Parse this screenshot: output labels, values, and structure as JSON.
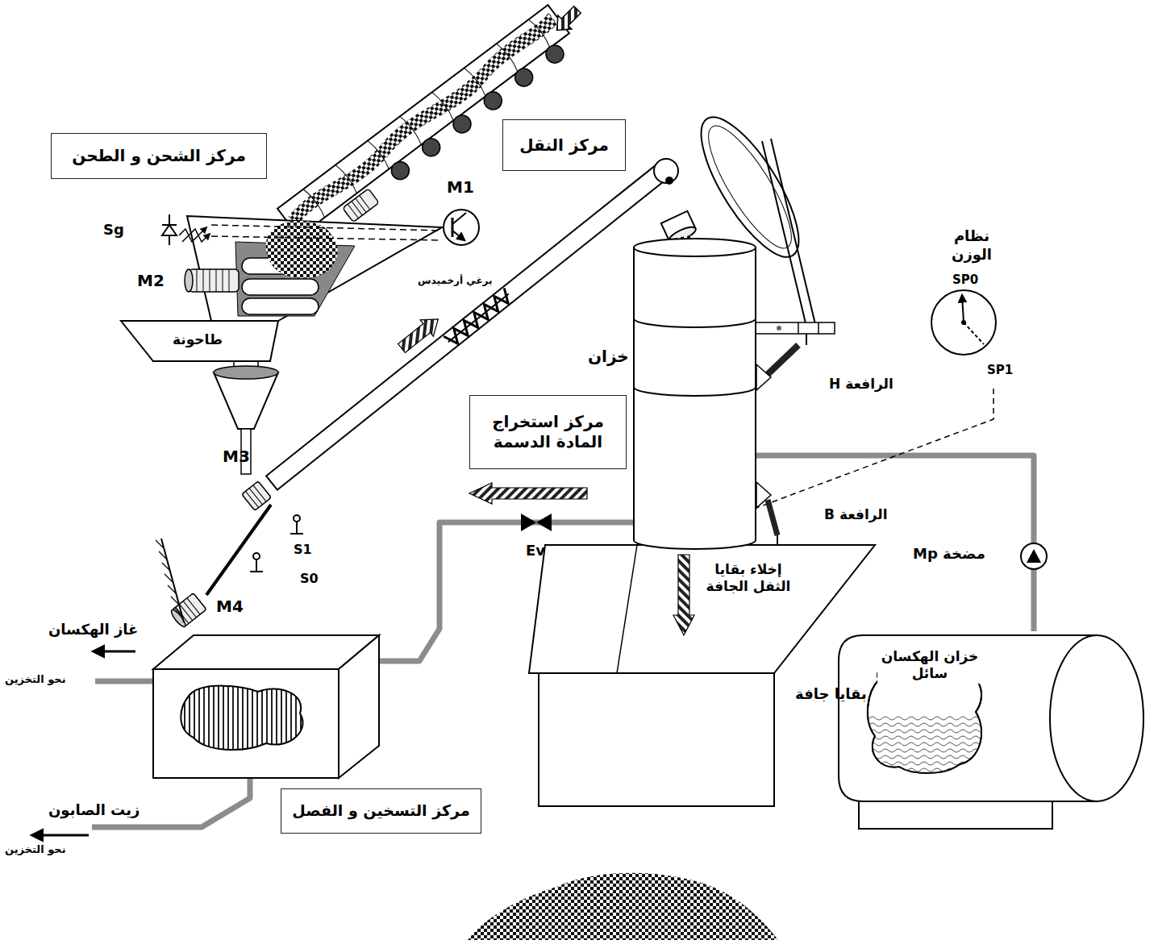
{
  "diagram": {
    "nodes": [
      {
        "text": [
          "مركز الشحن و الطحن"
        ]
      },
      {
        "text": [
          "مركز النقل"
        ]
      },
      {
        "text": [
          "نظام الوزن",
          "SP0",
          "SP1"
        ]
      },
      {
        "text": [
          "خزان"
        ]
      },
      {
        "text": [
          "مركز استخراج المادة الدسمة"
        ]
      },
      {
        "text": [
          "طاحونة"
        ]
      },
      {
        "text": [
          "مركز التسخين و الفصل"
        ]
      },
      {
        "text": [
          "خزان الهكسان سائل"
        ]
      }
    ],
    "edges": [
      {
        "from": 7,
        "to": 3,
        "arrow": "none"
      },
      {
        "from": 2,
        "to": 3,
        "arrow": "none"
      }
    ],
    "labels": [
      "Sg",
      "M1",
      "M2",
      "برغي أرخميدس",
      "M3",
      "S1",
      "S0",
      "M4",
      "Ev",
      "الرافعة H",
      "الرافعة B",
      "مضخة Mp",
      "غاز الهكسان",
      "نحو التخزين",
      "زيت الصابون",
      "نحو التخزين",
      "إخلاء بقايا الثفل الجافة",
      "بقايا جافة"
    ]
  }
}
